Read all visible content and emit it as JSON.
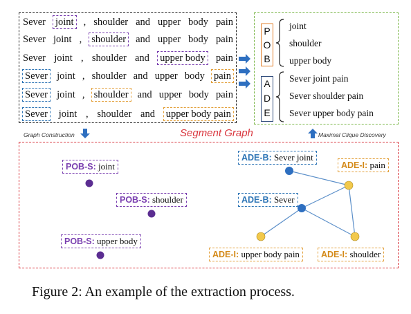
{
  "sentences": [
    [
      {
        "t": "Sever",
        "h": ""
      },
      {
        "t": "joint",
        "h": "purple"
      },
      {
        "t": ",",
        "h": ""
      },
      {
        "t": "shoulder",
        "h": ""
      },
      {
        "t": "and",
        "h": ""
      },
      {
        "t": "upper",
        "h": ""
      },
      {
        "t": "body",
        "h": ""
      },
      {
        "t": "pain",
        "h": ""
      }
    ],
    [
      {
        "t": "Sever",
        "h": ""
      },
      {
        "t": "joint",
        "h": ""
      },
      {
        "t": ",",
        "h": ""
      },
      {
        "t": "shoulder",
        "h": "purple"
      },
      {
        "t": "and",
        "h": ""
      },
      {
        "t": "upper",
        "h": ""
      },
      {
        "t": "body",
        "h": ""
      },
      {
        "t": "pain",
        "h": ""
      }
    ],
    [
      {
        "t": "Sever",
        "h": ""
      },
      {
        "t": "joint",
        "h": ""
      },
      {
        "t": ",",
        "h": ""
      },
      {
        "t": "shoulder",
        "h": ""
      },
      {
        "t": "and",
        "h": ""
      },
      {
        "t": "upper body",
        "h": "purple"
      },
      {
        "t": "pain",
        "h": ""
      }
    ],
    [
      {
        "t": "Sever",
        "h": "blue"
      },
      {
        "t": "joint",
        "h": ""
      },
      {
        "t": ",",
        "h": ""
      },
      {
        "t": "shoulder",
        "h": ""
      },
      {
        "t": "and",
        "h": ""
      },
      {
        "t": "upper",
        "h": ""
      },
      {
        "t": "body",
        "h": ""
      },
      {
        "t": "pain",
        "h": "orange"
      }
    ],
    [
      {
        "t": "Sever",
        "h": "blue"
      },
      {
        "t": "joint",
        "h": ""
      },
      {
        "t": ",",
        "h": ""
      },
      {
        "t": "shoulder",
        "h": "orange"
      },
      {
        "t": "and",
        "h": ""
      },
      {
        "t": "upper",
        "h": ""
      },
      {
        "t": "body",
        "h": ""
      },
      {
        "t": "pain",
        "h": ""
      }
    ],
    [
      {
        "t": "Sever",
        "h": "blue"
      },
      {
        "t": "joint",
        "h": ""
      },
      {
        "t": ",",
        "h": ""
      },
      {
        "t": "shoulder",
        "h": ""
      },
      {
        "t": "and",
        "h": ""
      },
      {
        "t": "upper body pain",
        "h": "orange"
      }
    ]
  ],
  "pob": {
    "letters": [
      "P",
      "O",
      "B"
    ],
    "entities": [
      "joint",
      "shoulder",
      "upper body"
    ],
    "color": "#e07b24"
  },
  "ade": {
    "letters": [
      "A",
      "D",
      "E"
    ],
    "entities": [
      "Sever joint pain",
      "Sever shoulder pain",
      "Sever upper body pain"
    ],
    "color": "#2e4a7a"
  },
  "labels": {
    "graph_construction": "Graph Construction",
    "maximal_clique": "Maximal Clique Discovery",
    "segment_graph": "Segment Graph",
    "caption": "Figure 2: An example of the extraction process."
  },
  "nodes": {
    "pob_joint": {
      "tag": "POB-S:",
      "text": "joint"
    },
    "pob_shoulder": {
      "tag": "POB-S:",
      "text": "shoulder"
    },
    "pob_upper": {
      "tag": "POB-S:",
      "text": "upper body"
    },
    "ade_b_joint": {
      "tag": "ADE-B:",
      "text": "Sever joint"
    },
    "ade_b_sever": {
      "tag": "ADE-B:",
      "text": "Sever"
    },
    "ade_i_pain": {
      "tag": "ADE-I:",
      "text": "pain"
    },
    "ade_i_upper": {
      "tag": "ADE-I:",
      "text": "upper body pain"
    },
    "ade_i_shoulder": {
      "tag": "ADE-I:",
      "text": "shoulder"
    }
  },
  "colors": {
    "purple": "#7a3fb0",
    "blue": "#2e75b6",
    "orange": "#e3a03a",
    "node_purple": "#5b2d91",
    "node_blue": "#2e6fc0",
    "node_yellow": "#f2c94c",
    "edge": "#5b8fc9",
    "red": "#d9363e",
    "green": "#7ab648"
  }
}
